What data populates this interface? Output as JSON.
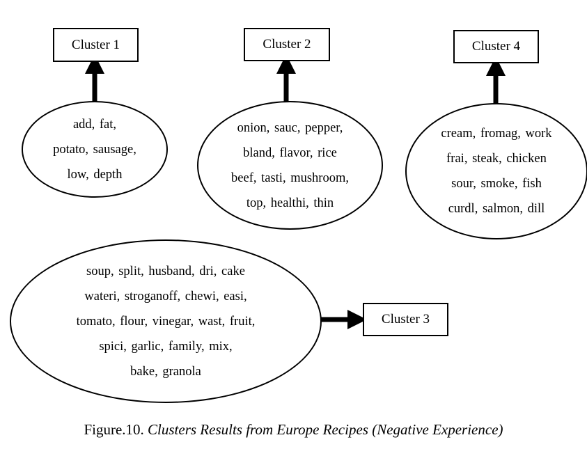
{
  "clusters": [
    {
      "label": "Cluster 1",
      "terms": [
        "add, fat,",
        "potato, sausage,",
        "low, depth"
      ]
    },
    {
      "label": "Cluster 2",
      "terms": [
        "onion, sauc, pepper,",
        "bland, flavor, rice",
        "beef, tasti, mushroom,",
        "top, healthi, thin"
      ]
    },
    {
      "label": "Cluster 4",
      "terms": [
        "cream, fromag, work",
        "frai, steak, chicken",
        "sour, smoke, fish",
        "curdl, salmon, dill"
      ]
    },
    {
      "label": "Cluster 3",
      "terms": [
        "soup, split, husband, dri, cake",
        "wateri, stroganoff, chewi, easi,",
        "tomato, flour, vinegar, wast, fruit,",
        "spici, garlic, family, mix,",
        "bake, granola"
      ]
    }
  ],
  "caption": {
    "prefix": "Figure.10.",
    "title": "Clusters Results from Europe Recipes (Negative Experience)"
  }
}
